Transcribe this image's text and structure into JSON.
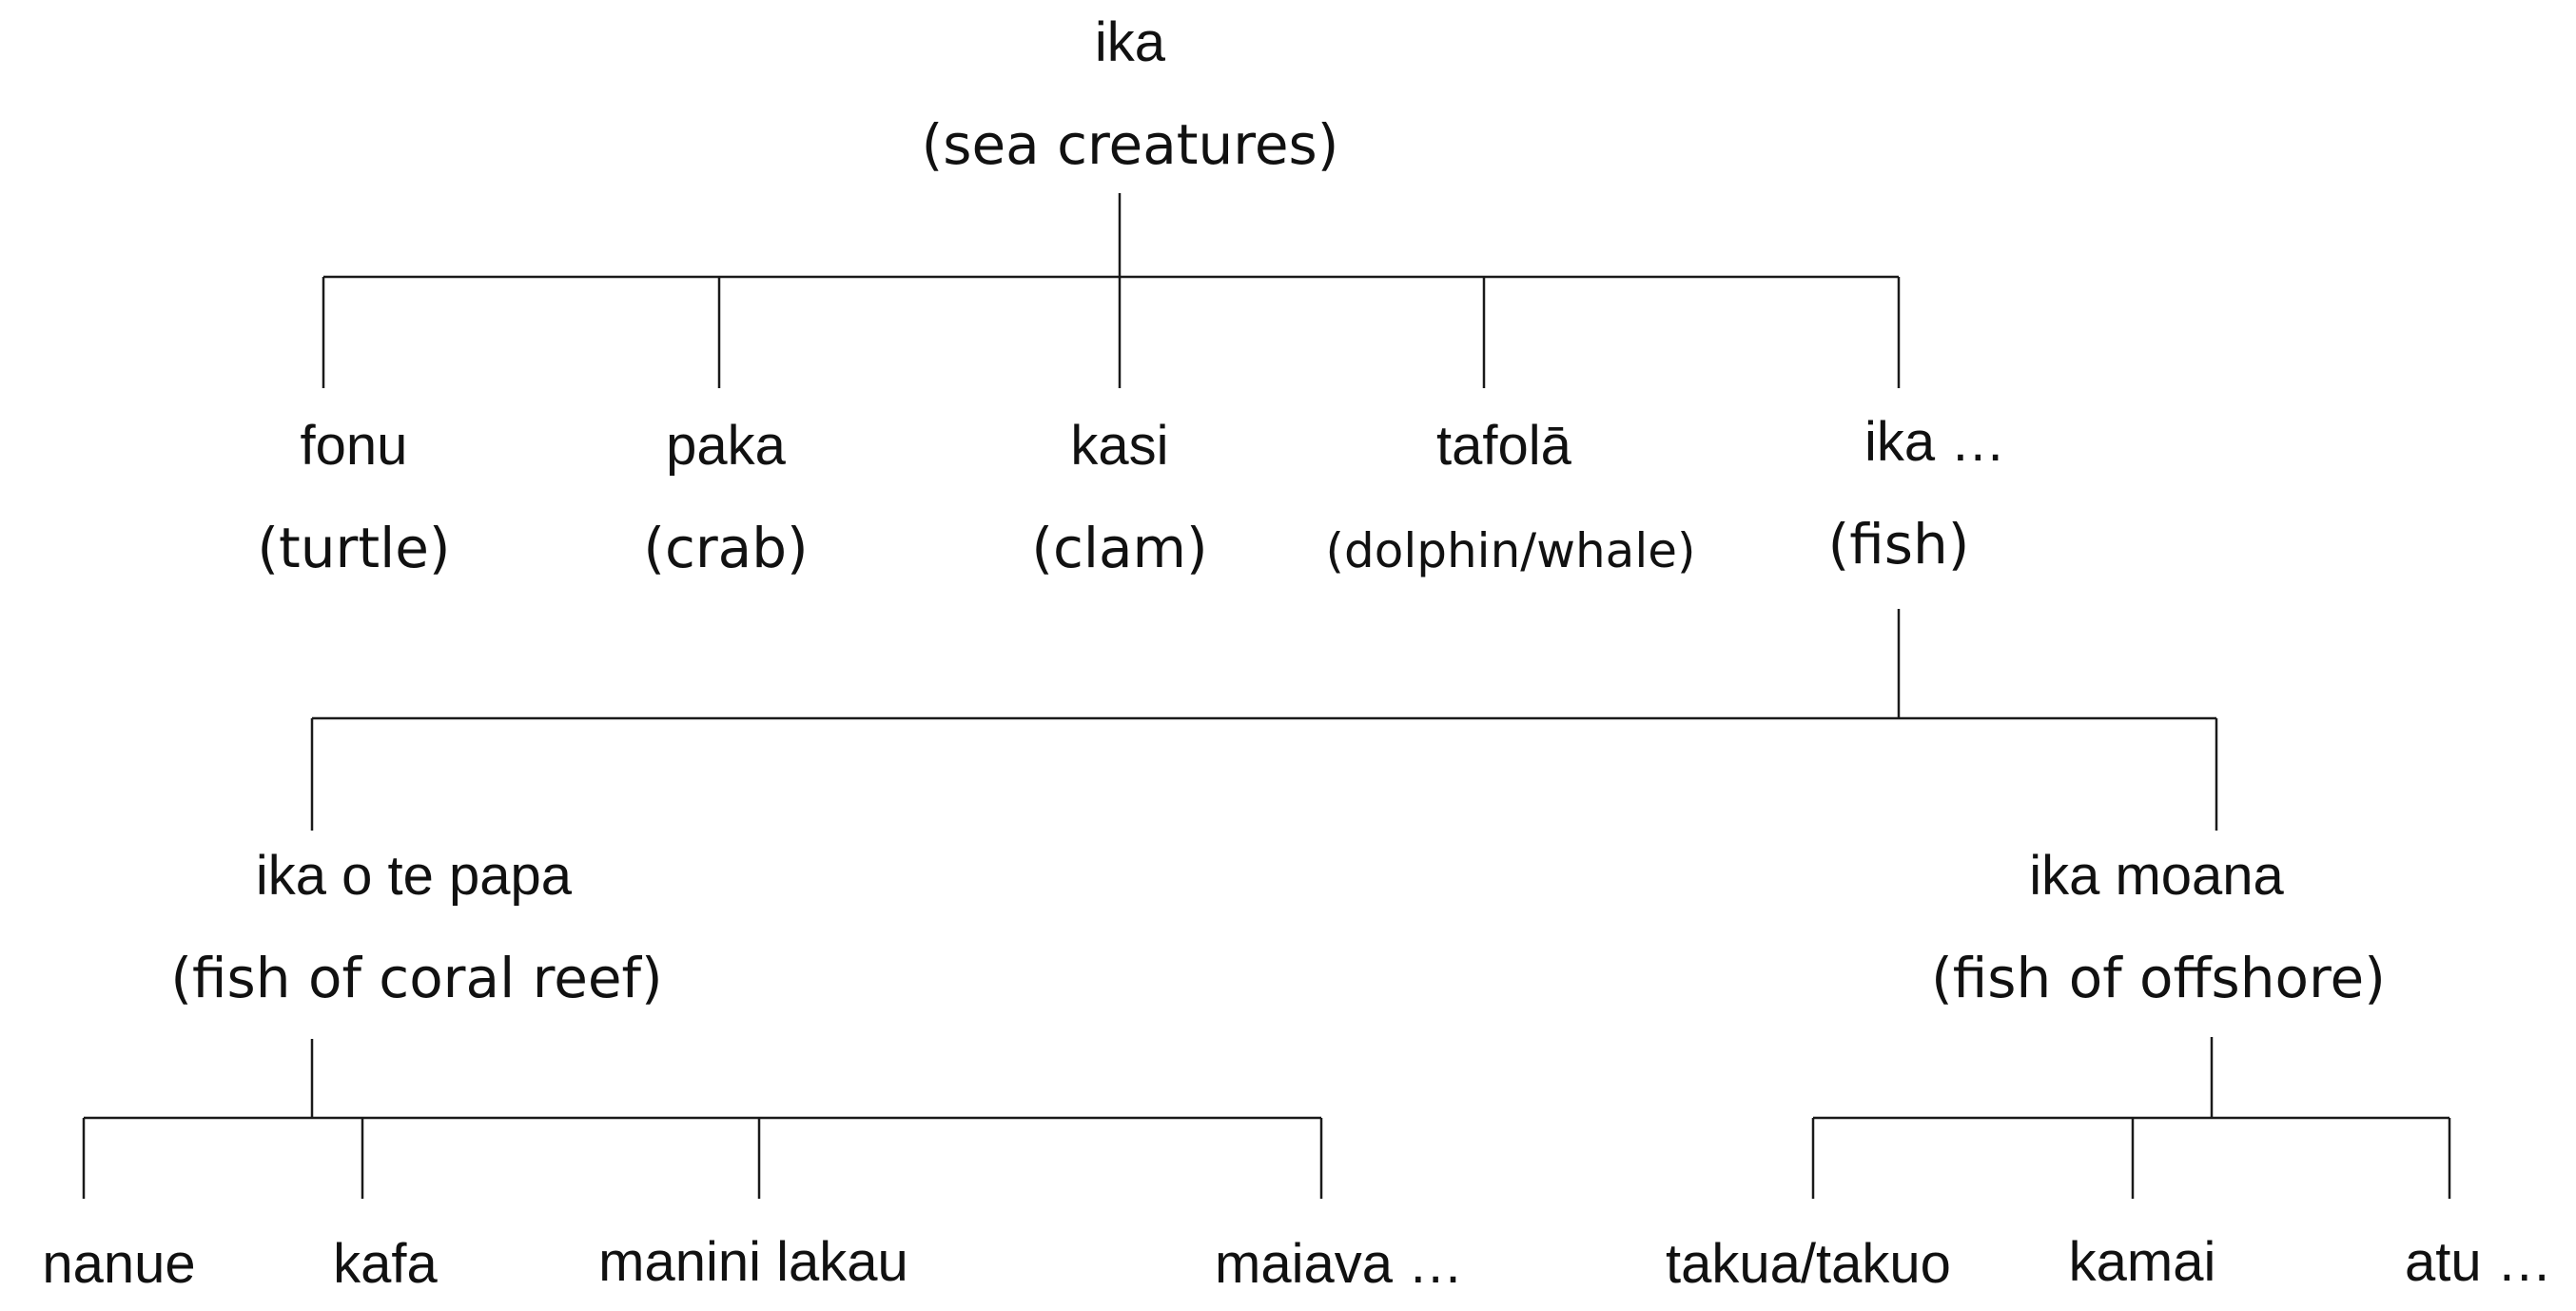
{
  "tree": {
    "root": {
      "term": "ika",
      "gloss": "(sea creatures)"
    },
    "level1": [
      {
        "term": "fonu",
        "gloss": "(turtle)"
      },
      {
        "term": "paka",
        "gloss": "(crab)"
      },
      {
        "term": "kasi",
        "gloss": "(clam)"
      },
      {
        "term": "tafolā",
        "gloss": "(dolphin/whale)"
      },
      {
        "term": "ika …",
        "gloss": "(fish)"
      }
    ],
    "level2": [
      {
        "term": "ika o te papa",
        "gloss": "(fish of coral reef)"
      },
      {
        "term": "ika moana",
        "gloss": "(fish of offshore)"
      }
    ],
    "level3_reef": [
      {
        "term": "nanue"
      },
      {
        "term": "kafa"
      },
      {
        "term": "manini lakau"
      },
      {
        "term": "maiava …"
      }
    ],
    "level3_offshore": [
      {
        "term": "takua/takuo"
      },
      {
        "term": "kamai"
      },
      {
        "term": "atu …"
      }
    ]
  }
}
